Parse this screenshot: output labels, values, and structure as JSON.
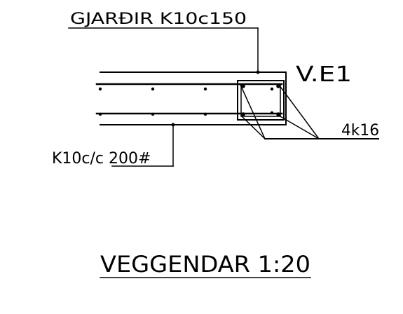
{
  "labels": {
    "stirrups": "GJARÐIR K10c150",
    "element": "V.E1",
    "main_bars": "4k16",
    "distribution_prefix": "K10c/c ",
    "distribution_value": "200#",
    "title": "VEGGENDAR 1:20"
  },
  "colors": {
    "ink": "#000000",
    "background": "#ffffff"
  }
}
